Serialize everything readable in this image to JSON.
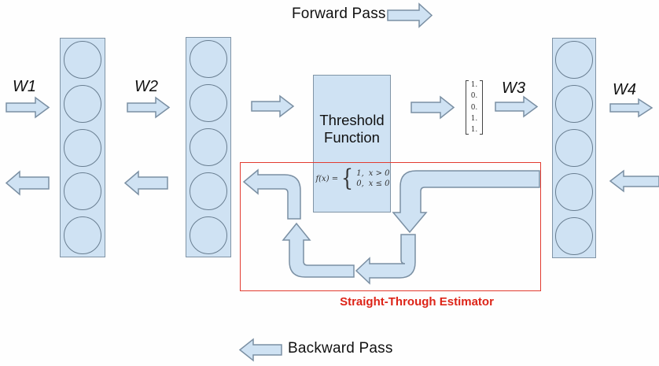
{
  "diagram": {
    "forward_pass_label": "Forward Pass",
    "backward_pass_label": "Backward Pass",
    "weights": {
      "w1": "W1",
      "w2": "W2",
      "w3": "W3",
      "w4": "W4"
    },
    "threshold_box": {
      "title_line1": "Threshold",
      "title_line2": "Function",
      "formula_lhs": "f(x) =",
      "brace": "{",
      "case1_value": "1,",
      "case1_condition": "x > 0",
      "case2_value": "0,",
      "case2_condition": "x ≤ 0"
    },
    "output_vector": {
      "entries": [
        "1.",
        "0.",
        "0.",
        "1.",
        "1."
      ]
    },
    "ste_label": "Straight-Through Estimator",
    "network": {
      "layers": [
        {
          "nodes": 5
        },
        {
          "nodes": 5
        },
        {
          "nodes": 5
        }
      ]
    },
    "colors": {
      "shape_fill": "#cfe2f3",
      "shape_stroke": "#7a8fa3",
      "red_box": "#e23b30",
      "red_text": "#dd2418"
    }
  }
}
